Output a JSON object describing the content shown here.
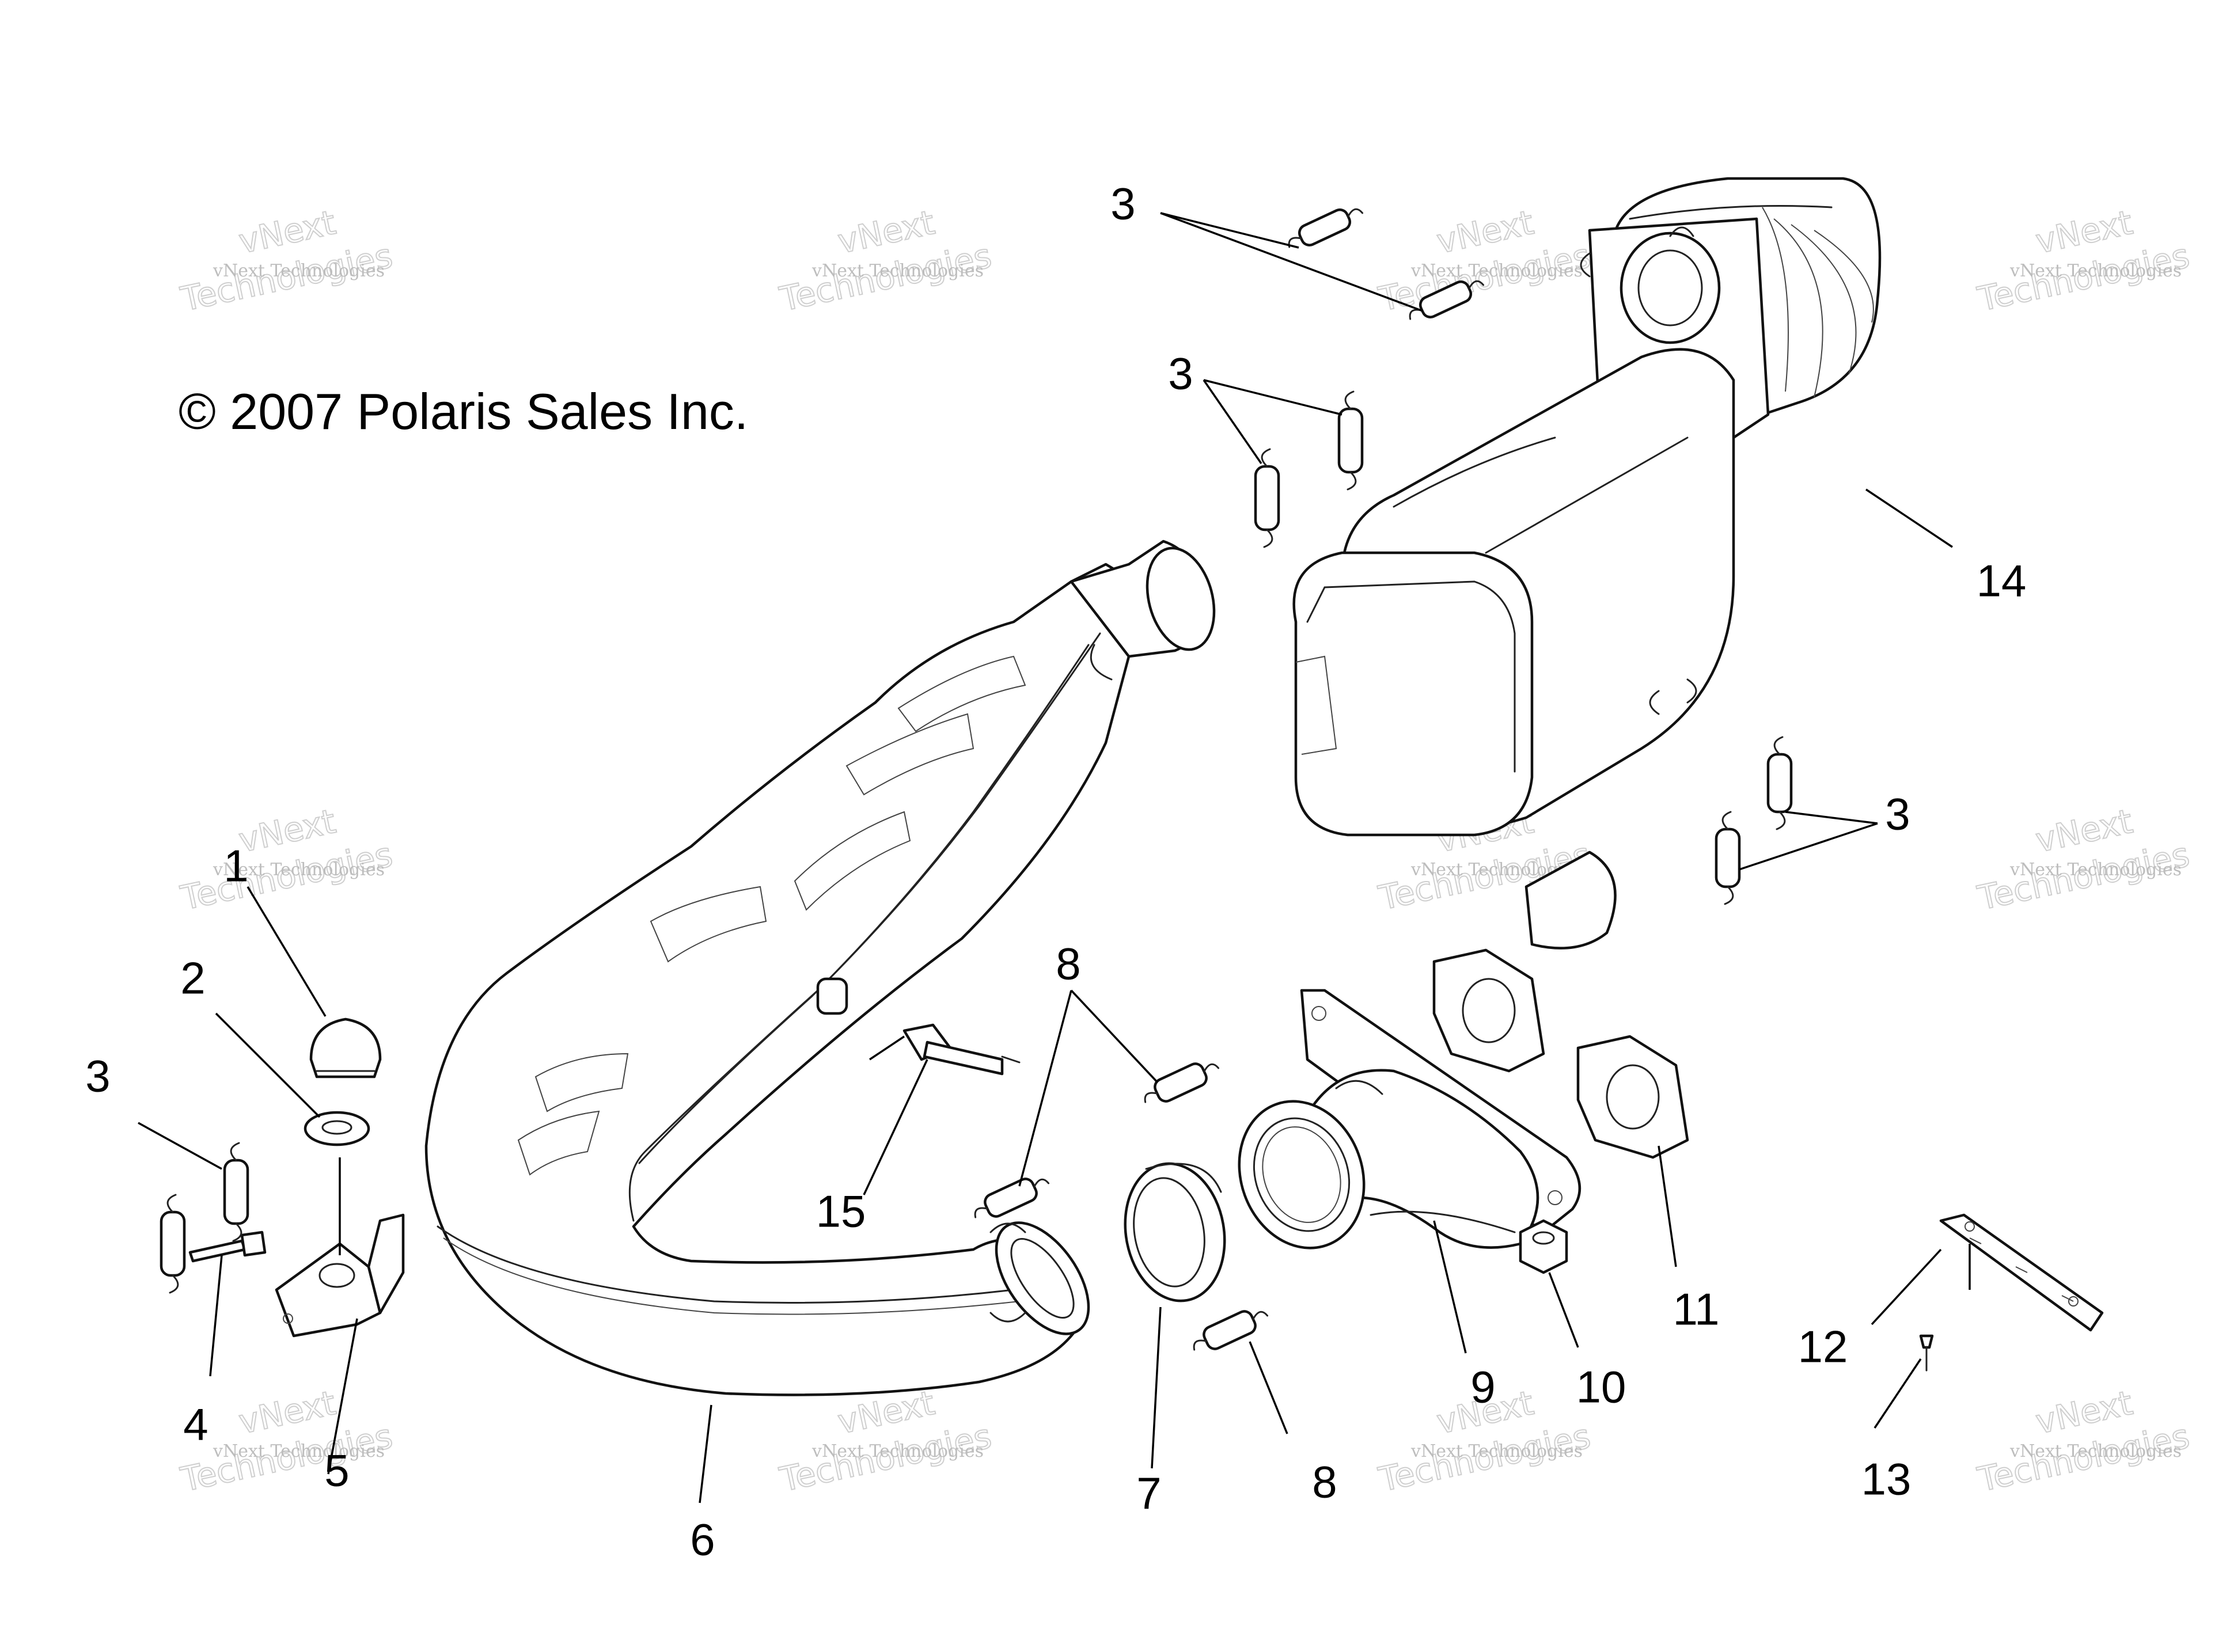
{
  "copyright": "© 2007 Polaris Sales Inc.",
  "watermark": {
    "line1": "vNext Technologies",
    "line2": "vNext",
    "line3": "Technologies"
  },
  "callouts": {
    "c1": "1",
    "c2": "2",
    "c3a": "3",
    "c3b": "3",
    "c3c": "3",
    "c3d": "3",
    "c4": "4",
    "c5": "5",
    "c6": "6",
    "c7": "7",
    "c8a": "8",
    "c8b": "8",
    "c9": "9",
    "c10": "10",
    "c11": "11",
    "c12": "12",
    "c13": "13",
    "c14": "14",
    "c15": "15"
  },
  "colors": {
    "line": "#111111",
    "watermark": "#c8c8c8",
    "background": "#ffffff"
  }
}
